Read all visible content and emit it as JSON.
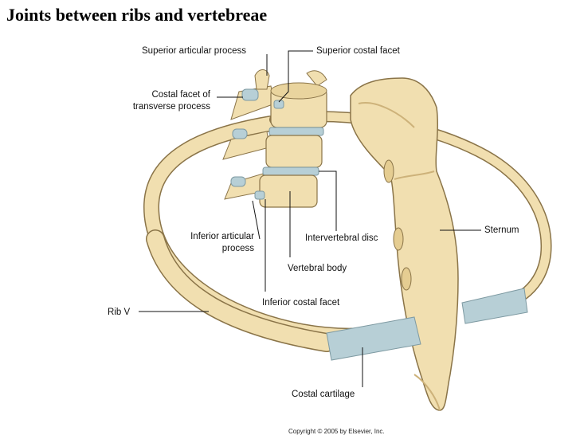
{
  "title": "Joints between ribs and vertebreae",
  "labels": {
    "superior_articular_process": "Superior articular process",
    "superior_costal_facet": "Superior costal facet",
    "costal_facet_line1": "Costal facet of",
    "costal_facet_line2": "transverse process",
    "inferior_articular_line1": "Inferior articular",
    "inferior_articular_line2": "process",
    "intervertebral_disc": "Intervertebral disc",
    "sternum": "Sternum",
    "vertebral_body": "Vertebral body",
    "rib_v": "Rib V",
    "inferior_costal_facet": "Inferior costal facet",
    "costal_cartilage": "Costal cartilage"
  },
  "copyright": "Copyright © 2005 by Elsevier, Inc.",
  "colors": {
    "bone": "#f1dfb0",
    "bone_shadow": "#cdb27a",
    "bone_outline": "#8a7448",
    "cartilage": "#b7cfd6",
    "cartilage_outline": "#7e9aa2"
  }
}
